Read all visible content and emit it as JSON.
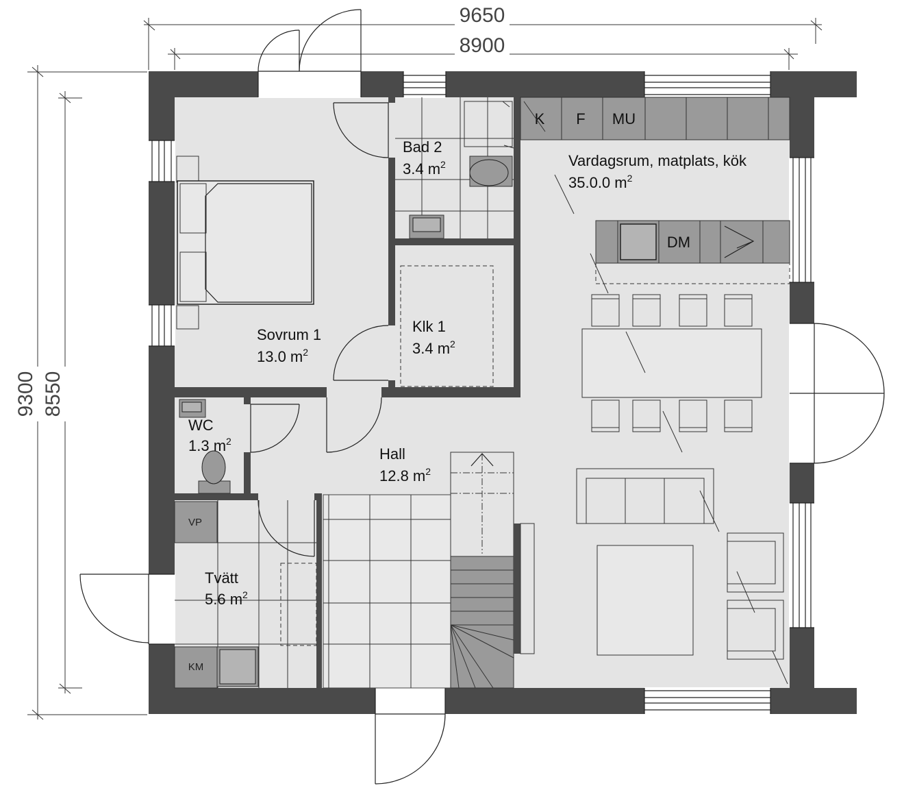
{
  "dimensions": {
    "outer_width": "9650",
    "inner_width": "8900",
    "outer_height": "9300",
    "inner_height": "8550"
  },
  "rooms": {
    "bad2": {
      "name": "Bad 2",
      "area": "3.4 m",
      "sup": "2"
    },
    "living": {
      "name": "Vardagsrum, matplats, kök",
      "area": "35.0.0 m",
      "sup": "2"
    },
    "sovrum": {
      "name": "Sovrum 1",
      "area": "13.0 m",
      "sup": "2"
    },
    "klk": {
      "name": "Klk 1",
      "area": "3.4 m",
      "sup": "2"
    },
    "wc": {
      "name": "WC",
      "area": "1.3 m",
      "sup": "2"
    },
    "hall": {
      "name": "Hall",
      "area": "12.8 m",
      "sup": "2"
    },
    "tvatt": {
      "name": "Tvätt",
      "area": "5.6 m",
      "sup": "2"
    }
  },
  "fixtures": {
    "k": "K",
    "f": "F",
    "mu": "MU",
    "dm": "DM",
    "vp": "VP",
    "km": "KM"
  },
  "colors": {
    "wall": "#4a4a4a",
    "floor": "#e4e4e4",
    "cabinet": "#9a9a9a"
  }
}
